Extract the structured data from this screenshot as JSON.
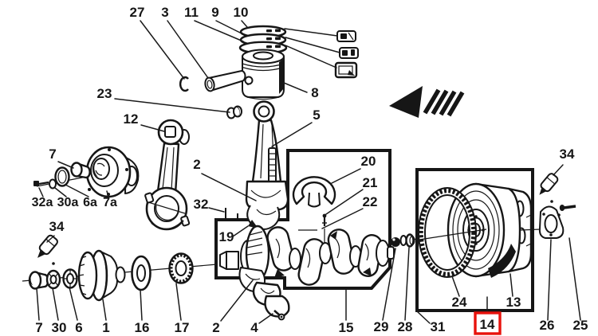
{
  "figure": {
    "description": "Exploded engine parts diagram: piston, rings, connecting rods, crankshaft, pulley and flywheel",
    "background": "#ffffff",
    "ink": "#161616",
    "highlight": "#e8120c",
    "highlighted_callout": "14",
    "direction_arrow": "left-pointing hatched arrow"
  },
  "callouts": {
    "c27": {
      "label": "27"
    },
    "c3": {
      "label": "3"
    },
    "c11": {
      "label": "11"
    },
    "c9": {
      "label": "9"
    },
    "c10": {
      "label": "10"
    },
    "c8": {
      "label": "8"
    },
    "c23": {
      "label": "23"
    },
    "c5": {
      "label": "5"
    },
    "c12": {
      "label": "12"
    },
    "c7u": {
      "label": "7"
    },
    "c34r": {
      "label": "34"
    },
    "c2u": {
      "label": "2"
    },
    "c20": {
      "label": "20"
    },
    "c21": {
      "label": "21"
    },
    "c22": {
      "label": "22"
    },
    "c32a": {
      "label": "32a"
    },
    "c30a": {
      "label": "30a"
    },
    "c6a": {
      "label": "6a"
    },
    "c7a": {
      "label": "7a"
    },
    "c32": {
      "label": "32"
    },
    "c34l": {
      "label": "34"
    },
    "c19": {
      "label": "19"
    },
    "c24": {
      "label": "24"
    },
    "c13": {
      "label": "13"
    },
    "c7b": {
      "label": "7"
    },
    "c30b": {
      "label": "30"
    },
    "c6b": {
      "label": "6"
    },
    "c1": {
      "label": "1"
    },
    "c16": {
      "label": "16"
    },
    "c17": {
      "label": "17"
    },
    "c2b": {
      "label": "2"
    },
    "c4": {
      "label": "4"
    },
    "c15": {
      "label": "15"
    },
    "c29": {
      "label": "29"
    },
    "c28": {
      "label": "28"
    },
    "c31": {
      "label": "31"
    },
    "c14": {
      "label": "14"
    },
    "c26": {
      "label": "26"
    },
    "c25": {
      "label": "25"
    }
  }
}
